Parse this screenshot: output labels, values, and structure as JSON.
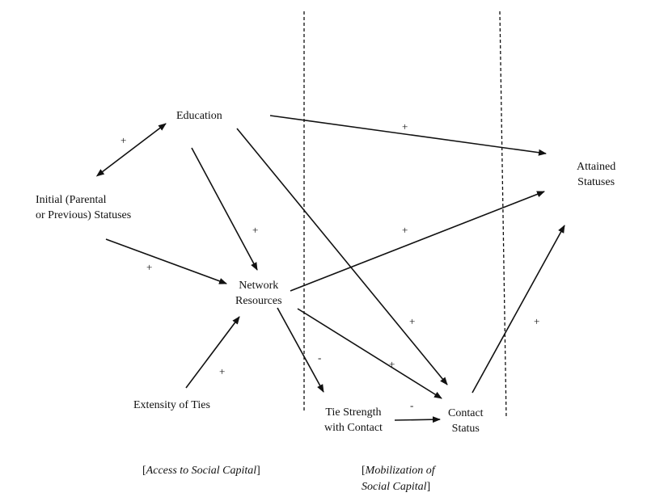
{
  "nodes": {
    "education": "Education",
    "initial_line1": "Initial (Parental",
    "initial_line2": "or Previous) Statuses",
    "network_line1": "Network",
    "network_line2": "Resources",
    "extensity": "Extensity of Ties",
    "tie_line1": "Tie Strength",
    "tie_line2": "with Contact",
    "contact_line1": "Contact",
    "contact_line2": "Status",
    "attained_line1": "Attained",
    "attained_line2": "Statuses"
  },
  "signs": {
    "initial_education": "+",
    "education_attained": "+",
    "education_network": "+",
    "initial_network": "+",
    "network_attained": "+",
    "extensity_network": "+",
    "education_contact": "+",
    "contact_attained": "+",
    "network_contact": "+",
    "network_tie": "-",
    "tie_contact": "-"
  },
  "captions": {
    "access_open": "[",
    "access_text": "Access to Social Capital",
    "access_close": "]",
    "mobil_open": "[",
    "mobil_line1": "Mobilization of",
    "mobil_line2": "Social Capital",
    "mobil_close": "]"
  },
  "colors": {
    "ink": "#111111",
    "background": "#ffffff"
  }
}
